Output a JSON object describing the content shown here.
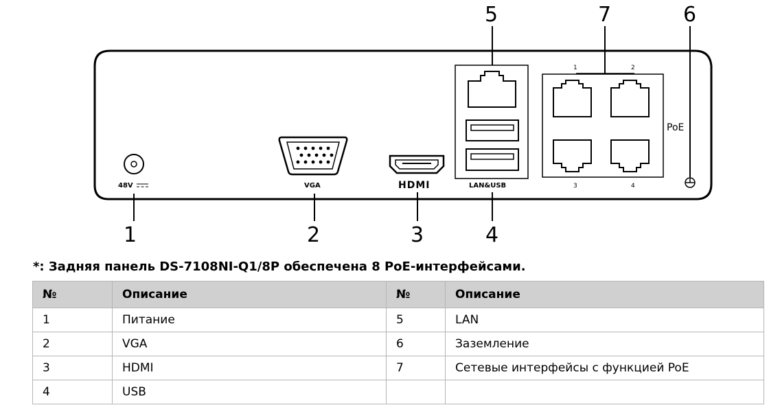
{
  "callouts": {
    "n1": "1",
    "n2": "2",
    "n3": "3",
    "n4": "4",
    "n5": "5",
    "n6": "6",
    "n7": "7"
  },
  "panel_labels": {
    "power": "48V",
    "vga": "VGA",
    "hdmi": "HDMI",
    "lan_usb": "LAN&USB",
    "poe": "PoE",
    "port1": "1",
    "port2": "2",
    "port3": "3",
    "port4": "4"
  },
  "note": "*: Задняя панель DS-7108NI-Q1/8P обеспечена 8 PoE-интерфейсами.",
  "table": {
    "headers": [
      "№",
      "Описание",
      "№",
      "Описание"
    ],
    "rows": [
      [
        "1",
        "Питание",
        "5",
        "LAN"
      ],
      [
        "2",
        "VGA",
        "6",
        "Заземление"
      ],
      [
        "3",
        "HDMI",
        "7",
        "Сетевые интерфейсы с функцией PoE"
      ],
      [
        "4",
        "USB",
        "",
        ""
      ]
    ]
  }
}
